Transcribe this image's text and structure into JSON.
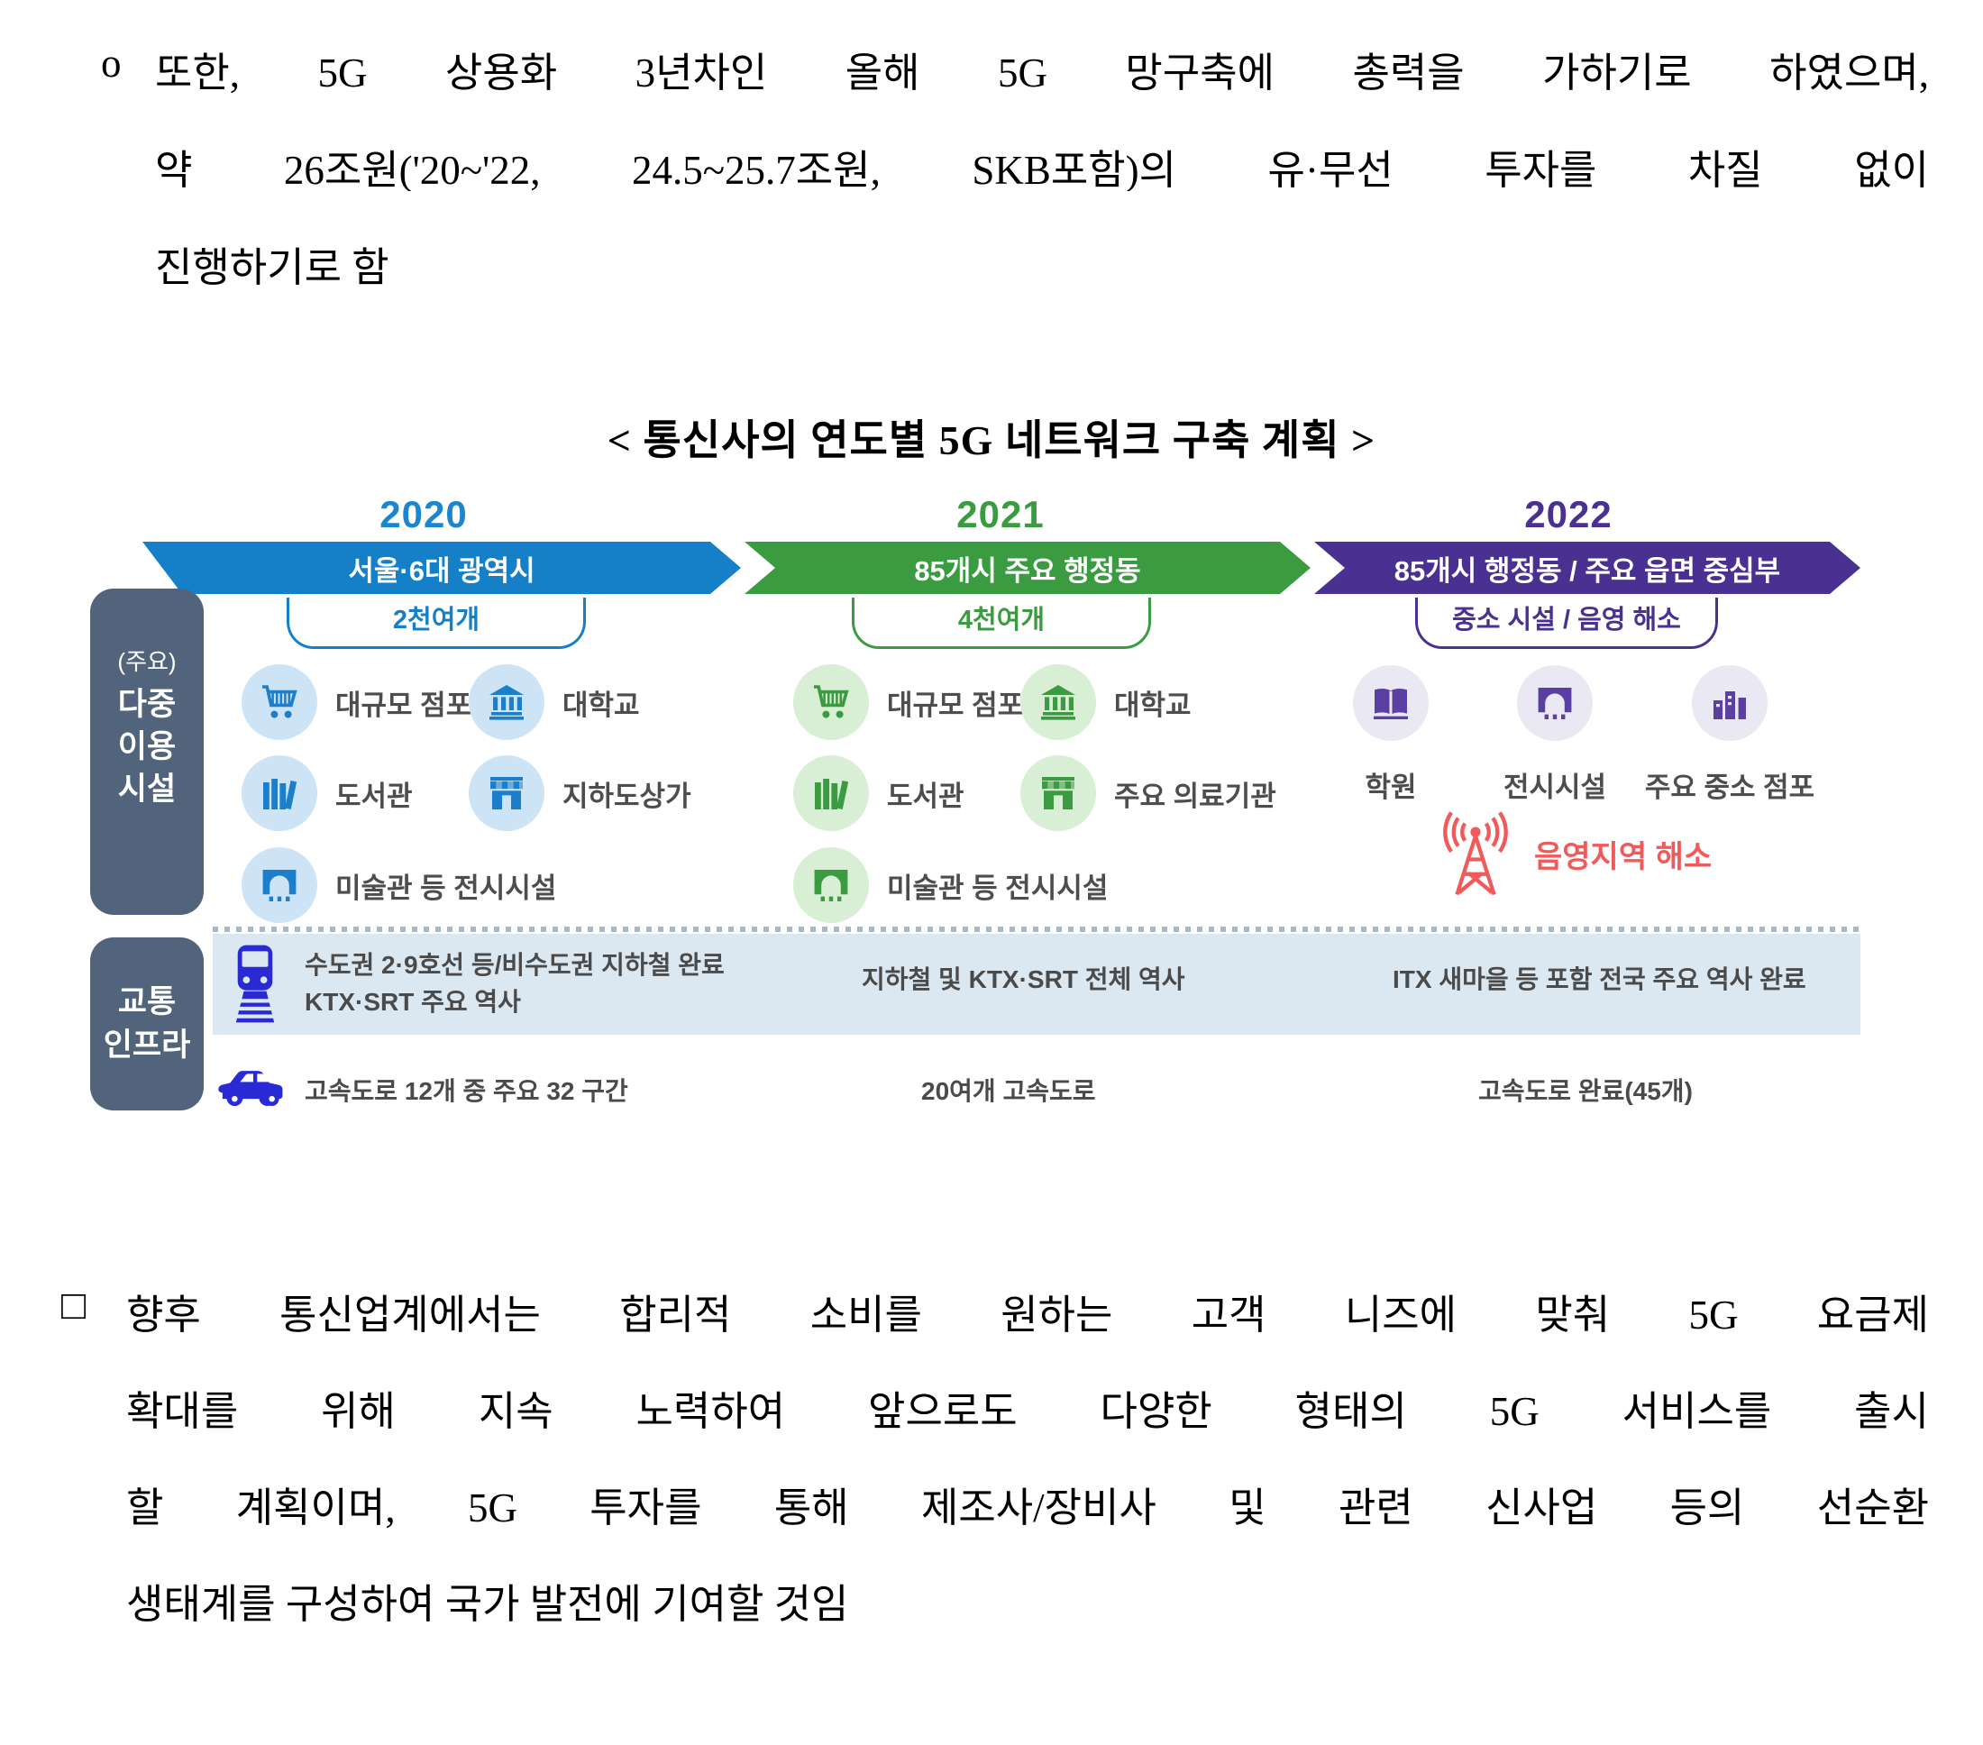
{
  "document": {
    "para1": {
      "bullet": "o",
      "lines": [
        "또한, 5G 상용화 3년차인 올해 5G 망구축에 총력을 가하기로 하였으며,",
        "약 26조원('20~'22, 24.5~25.7조원, SKB포함)의 유·무선 투자를 차질 없이",
        "진행하기로 함"
      ]
    },
    "figure_title": "< 통신사의 연도별 5G 네트워크 구축 계획 >",
    "para2": {
      "bullet": "□",
      "lines": [
        "향후 통신업계에서는 합리적 소비를 원하는 고객 니즈에 맞춰 5G 요금제",
        "확대를 위해 지속 노력하여 앞으로도 다양한 형태의 5G 서비스를 출시",
        "할 계획이며, 5G 투자를 통해 제조사/장비사 및 관련 신사업 등의 선순환",
        "생태계를 구성하여 국가 발전에 기여할 것임"
      ]
    }
  },
  "diagram": {
    "sidebar": {
      "facility_box_lines": [
        "(주요)",
        "다중",
        "이용",
        "시설"
      ],
      "transport_box_lines": [
        "교통",
        "인프라"
      ]
    },
    "columns": [
      {
        "year": "2020",
        "arrow_label": "서울·6대 광역시",
        "count_label": "2천여개",
        "facilities": [
          {
            "icon": "shopping-cart",
            "label": "대규모 점포"
          },
          {
            "icon": "university",
            "label": "대학교"
          },
          {
            "icon": "library-books",
            "label": "도서관"
          },
          {
            "icon": "storefront",
            "label": "지하도상가"
          },
          {
            "icon": "exhibition-hall",
            "label": "미술관 등 전시시설"
          }
        ],
        "rail_lines": [
          "수도권 2·9호선 등/비수도권 지하철 완료",
          "KTX·SRT 주요 역사"
        ],
        "road_label": "고속도로 12개 중 주요 32 구간"
      },
      {
        "year": "2021",
        "arrow_label": "85개시 주요 행정동",
        "count_label": "4천여개",
        "facilities": [
          {
            "icon": "shopping-cart",
            "label": "대규모 점포"
          },
          {
            "icon": "university",
            "label": "대학교"
          },
          {
            "icon": "library-books",
            "label": "도서관"
          },
          {
            "icon": "storefront",
            "label": "주요 의료기관"
          },
          {
            "icon": "exhibition-hall",
            "label": "미술관 등 전시시설"
          }
        ],
        "rail_lines": [
          "지하철 및 KTX·SRT 전체 역사"
        ],
        "road_label": "20여개 고속도로"
      },
      {
        "year": "2022",
        "arrow_label": "85개시 행정동 / 주요 읍면 중심부",
        "count_label": "중소 시설 / 음영 해소",
        "facilities": [
          {
            "icon": "open-book",
            "label": "학원"
          },
          {
            "icon": "exhibition-hall",
            "label": "전시시설"
          },
          {
            "icon": "small-stores",
            "label": "주요 중소 점포"
          }
        ],
        "shadow_note": "음영지역 해소",
        "rail_lines": [
          "ITX 새마을 등 포함 전국 주요 역사 완료"
        ],
        "road_label": "고속도로 완료(45개)"
      }
    ],
    "colors": {
      "year_2020_blue": "#1580c8",
      "year_2021_green": "#3a9b41",
      "year_2022_purple": "#4a3090",
      "shadow_red": "#f15a5a",
      "sidebar_slate": "#51647b",
      "rail_band_light_blue": "#dbe8f2",
      "transport_icon_blue": "#2a2ad4"
    }
  }
}
